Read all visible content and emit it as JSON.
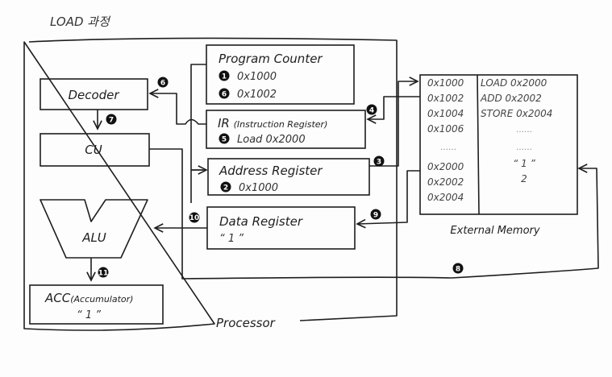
{
  "title": "LOAD 과정",
  "processor": {
    "label": "Processor",
    "decoder": "Decoder",
    "cu": "CU",
    "alu": "ALU",
    "acc": {
      "label": "ACC",
      "sub": "(Accumulator)",
      "value": "“ 1 ”"
    },
    "program_counter": {
      "label": "Program Counter",
      "entries": [
        {
          "step": "1",
          "value": "0x1000"
        },
        {
          "step": "6",
          "value": "0x1002"
        }
      ]
    },
    "ir": {
      "label": "IR",
      "sub": "(Instruction Register)",
      "entries": [
        {
          "step": "5",
          "value": "Load 0x2000"
        }
      ]
    },
    "address_register": {
      "label": "Address Register",
      "entries": [
        {
          "step": "2",
          "value": "0x1000"
        }
      ]
    },
    "data_register": {
      "label": "Data Register",
      "value": "“ 1 ”"
    }
  },
  "memory": {
    "label": "External Memory",
    "addresses": [
      "0x1000",
      "0x1002",
      "0x1004",
      "0x1006",
      "……",
      "0x2000",
      "0x2002",
      "0x2004"
    ],
    "contents": [
      "LOAD 0x2000",
      "ADD 0x2002",
      "STORE 0x2004",
      "……",
      "……",
      "“ 1 ”",
      "2",
      ""
    ]
  },
  "steps": {
    "s3": "3",
    "s4": "4",
    "s6": "6",
    "s7": "7",
    "s8": "8",
    "s9": "9",
    "s10": "10",
    "s11": "11"
  }
}
